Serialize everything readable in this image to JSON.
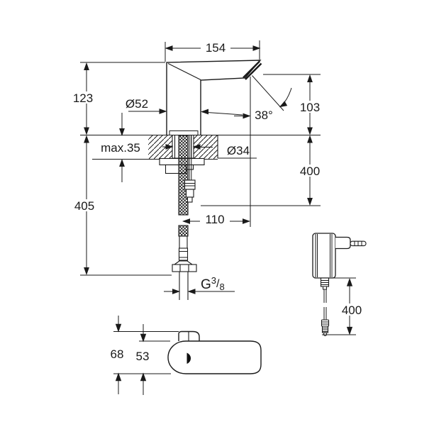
{
  "drawing": {
    "type": "technical-dimension-drawing",
    "views": {
      "side_view": "faucet side elevation with mounting deck",
      "detail_view": "power supply plug with cable",
      "top_view": "spout outline seen from above"
    },
    "dimensions": {
      "spout_projection": "154",
      "height_to_top": "123",
      "base_diameter": "Ø52",
      "spray_angle": "38°",
      "outlet_height": "103",
      "deck_thickness": "max.35",
      "hole_diameter": "Ø34",
      "cable_length_below_deck": "400",
      "below_deck_length": "405",
      "outlet_offset": "110",
      "psu_cable_length": "400",
      "top_view_total_depth": "68",
      "top_view_body_depth": "53",
      "thread": {
        "g": "G",
        "num": "3",
        "slash": "/",
        "den": "8"
      }
    },
    "colors": {
      "line": "#1a1a1a",
      "paper": "#ffffff"
    }
  }
}
